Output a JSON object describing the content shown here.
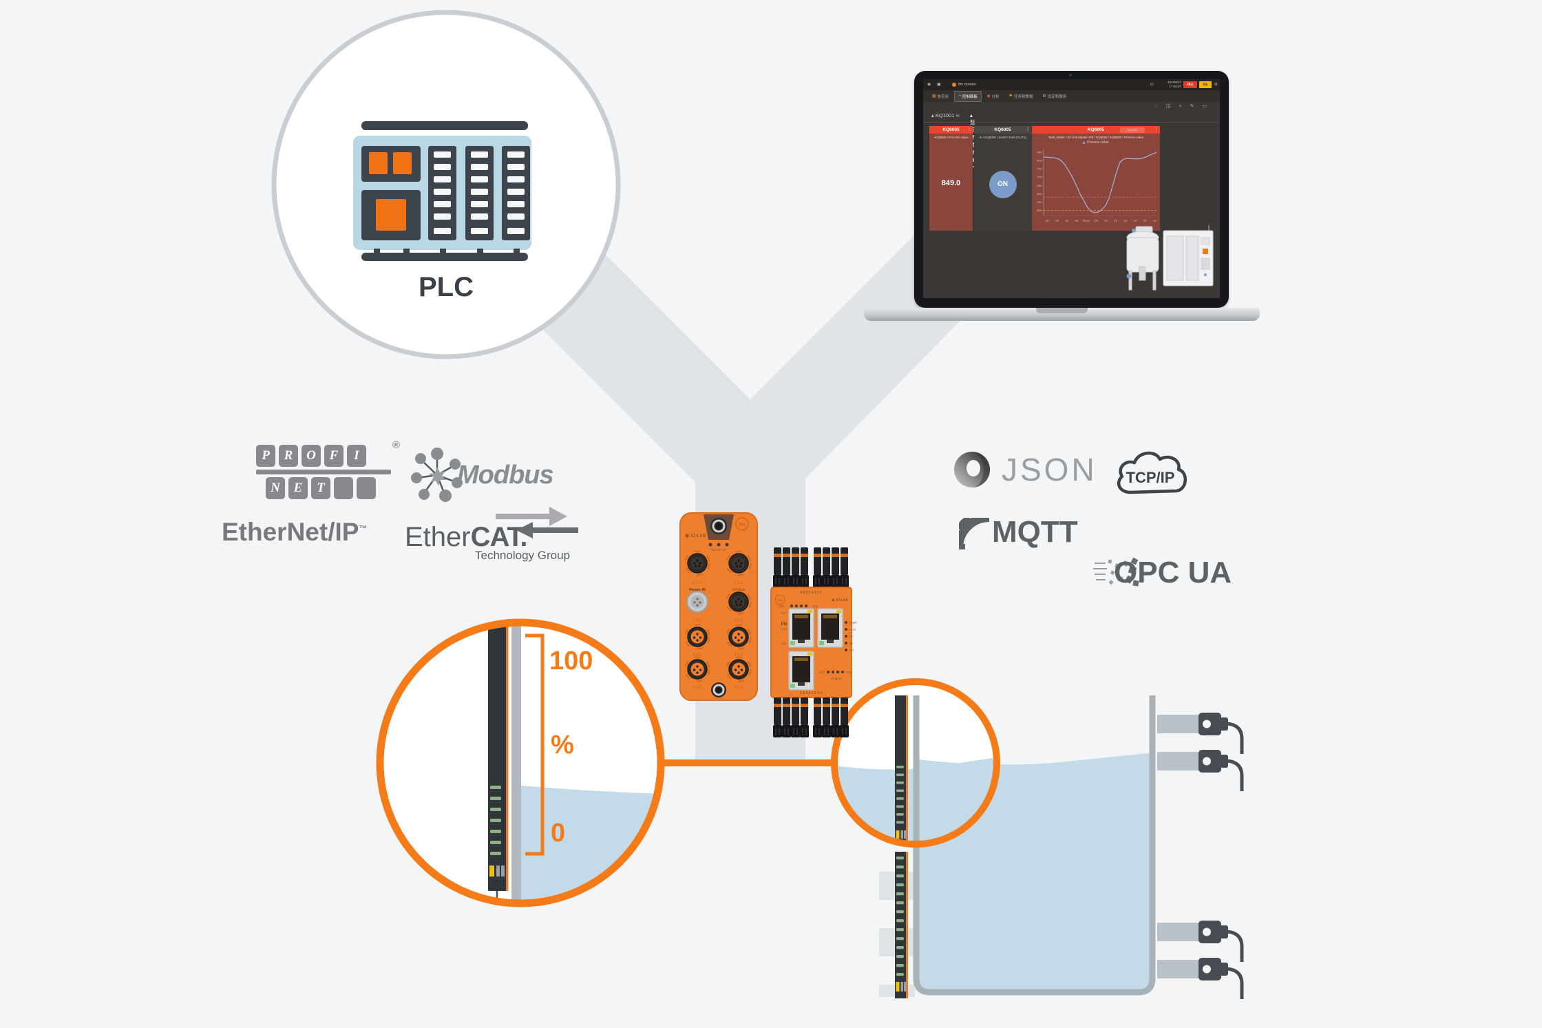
{
  "page": {
    "bg": "#f3f5f6",
    "accent_orange": "#f57a18",
    "water_color": "#c3dae9",
    "y_shape_color": "#e0e4e8"
  },
  "plc": {
    "label": "PLC"
  },
  "gauge": {
    "max": "100",
    "unit": "%",
    "min": "0"
  },
  "laptop": {
    "topbar": {
      "user_icon": "◉",
      "lock_icon": "▣",
      "brand": "ifm moneo",
      "clock_icon": "◴",
      "date": "2023/8/17",
      "time": "17:04:37",
      "alarm_red": "26⚠",
      "alarm_yellow": "2⚠",
      "gear_icon": "⚙"
    },
    "tabs": [
      {
        "icon": "▦",
        "label": "监控台"
      },
      {
        "icon": "◔",
        "label": "控制面板"
      },
      {
        "icon": "◆",
        "label": "分析"
      },
      {
        "icon": "⚑",
        "label": "任务和警报"
      },
      {
        "icon": "⚙",
        "label": "设定和服务"
      }
    ],
    "toolbar_icons": "⁘ ◳ + ✎ ▭",
    "breadcrumb": {
      "asset_icon": "▴",
      "item": "KQ1001",
      "link_icon": "∞",
      "page_icon": "▴",
      "page": "监控环境参数"
    },
    "cards": [
      {
        "title": "KQ6005",
        "menu_icon": "⋮",
        "link": "-KQ6005 / Process value",
        "value": "849.0"
      },
      {
        "title": "KQ6005",
        "menu_icon": "⋮",
        "link": "-5 / KQ6005 / Switch state [OUT1]",
        "state": "ON"
      },
      {
        "title": "KQ6005",
        "menu_icon": "⋮",
        "ghost": "KQ6005",
        "link": "Tank_Water / IO-Link Master IPB / KQ6005 / KQ6005 / Process value",
        "legend": "Process value"
      }
    ]
  },
  "chart_data": {
    "type": "line",
    "title": "Tank_Water / IO-Link Master IPB / KQ6005 / KQ6005 / Process value",
    "legend_position": "top",
    "grid": false,
    "categories": [
      ":40",
      ":45",
      ":50",
      ":55",
      "09:00",
      ":05",
      ":10",
      ":15",
      ":20",
      ":25",
      ":30",
      ":35"
    ],
    "series": [
      {
        "name": "Process value",
        "values": [
          820,
          819,
          818,
          816,
          810,
          795,
          770,
          735,
          695,
          650,
          600,
          560,
          520,
          495,
          487,
          490,
          505,
          530,
          575,
          650,
          730,
          790,
          808,
          812,
          811,
          810,
          809,
          812,
          820,
          830,
          840,
          848
        ]
      }
    ],
    "yticks": [
      850,
      800,
      750,
      700,
      650,
      600,
      550,
      500
    ],
    "ylim": [
      470,
      870
    ],
    "thresholds": [
      {
        "value": 580,
        "color": "#e0614d"
      },
      {
        "value": 500,
        "color": "#e6a126"
      }
    ],
    "line_color": "#9fb0cf",
    "xlabel": "",
    "ylabel": ""
  },
  "protocols_left": {
    "profinet": {
      "row1": [
        "P",
        "R",
        "O",
        "F",
        "I"
      ],
      "row2": [
        "N",
        "E",
        "T"
      ],
      "reg": "®"
    },
    "modbus": {
      "label": "Modbus"
    },
    "ethernet_ip": {
      "label": "EtherNet/IP",
      "tm": "™"
    },
    "ethercat": {
      "ether": "Ether",
      "cat": "CAT.",
      "reg": "®",
      "sub": "Technology Group"
    }
  },
  "protocols_right": {
    "json": {
      "label": "JSON"
    },
    "tcpip": {
      "label": "TCP/IP"
    },
    "mqtt": {
      "label": "MQTT"
    },
    "opcua": {
      "label": "OPC UA"
    }
  },
  "device_master": {
    "brand": "ifm",
    "iolink": "◉ IO-Link",
    "led_labels": "X21   BF   SF",
    "power": "Power IN",
    "iot": "IoT Port",
    "ports": [
      "X21",
      "X22",
      "X31",
      "X33",
      "X01",
      "X02",
      "X03",
      "X04"
    ]
  },
  "device_gateway": {
    "brand": "ifm",
    "iolink": "◉ IO-Link",
    "top_numbers": "4  3  2  1      4  3  2  1",
    "bottom_numbers": "1  2  3  4      1  2  3  4",
    "act": "ACT",
    "pn": "PN",
    "x21": "X21",
    "lnk": "LNK",
    "leds": [
      "PWR",
      "RDY",
      "BF",
      "SF",
      "IoT"
    ],
    "x05": "X05",
    "x06": "X06",
    "x07": "X07",
    "x08": "X08",
    "di": "DI ◉ DI"
  }
}
